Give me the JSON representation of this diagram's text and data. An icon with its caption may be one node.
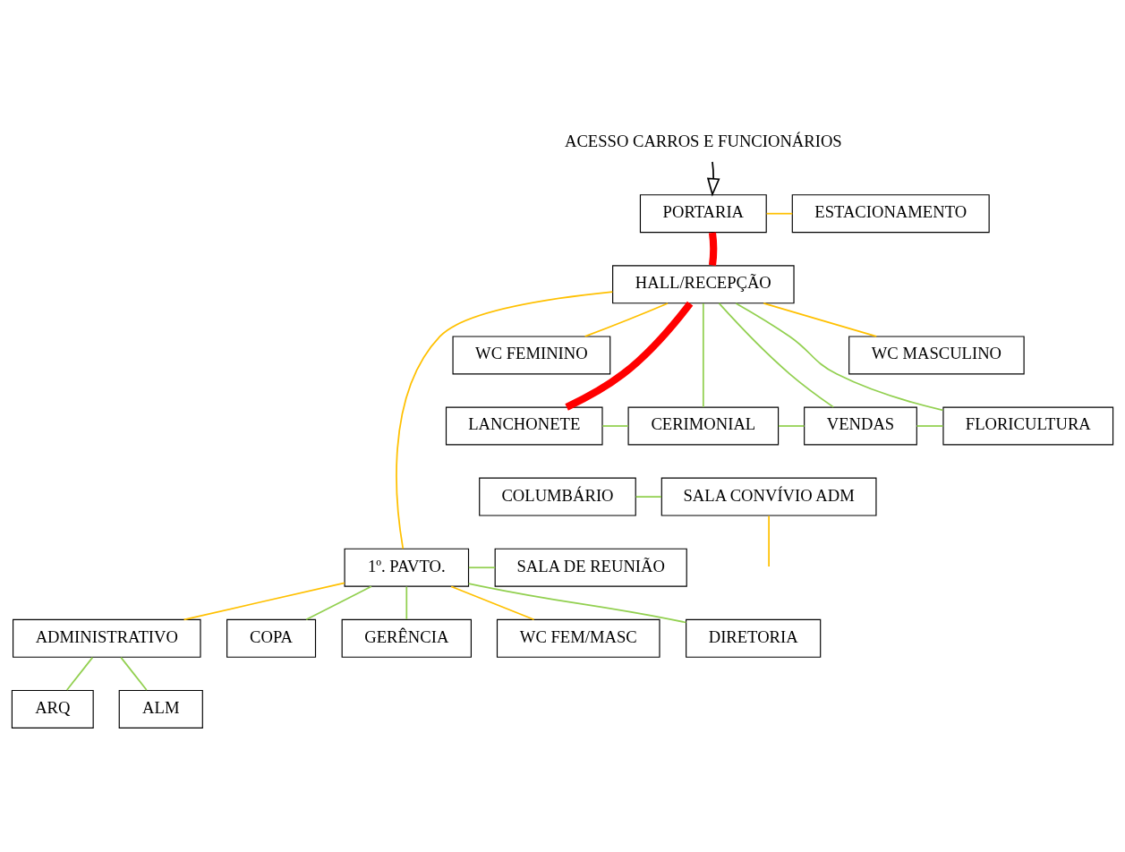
{
  "diagram": {
    "nodes": [
      {
        "text": [
          "ACESSO CARROS E FUNCIONÁRIOS"
        ]
      },
      {
        "text": [
          "PORTARIA"
        ]
      },
      {
        "text": [
          "ESTACIONAMENTO"
        ]
      },
      {
        "text": [
          "HALL/RECEPÇÃO"
        ]
      },
      {
        "text": [
          "WC FEMININO"
        ]
      },
      {
        "text": [
          "WC MASCULINO"
        ]
      },
      {
        "text": [
          "LANCHONETE"
        ]
      },
      {
        "text": [
          "CERIMONIAL"
        ]
      },
      {
        "text": [
          "VENDAS"
        ]
      },
      {
        "text": [
          "FLORICULTURA"
        ]
      },
      {
        "text": [
          "COLUMBÁRIO"
        ]
      },
      {
        "text": [
          "SALA CONVÍVIO ADM"
        ]
      },
      {
        "text": [
          "SALA DE REUNIÃO"
        ]
      },
      {
        "text": [
          "1º. PAVTO."
        ]
      },
      {
        "text": [
          "DIRETORIA"
        ]
      },
      {
        "text": [
          "COPA"
        ]
      },
      {
        "text": [
          "GERÊNCIA"
        ]
      },
      {
        "text": [
          "WC FEM/MASC"
        ]
      },
      {
        "text": [
          "ADMINISTRATIVO"
        ]
      },
      {
        "text": [
          "ALM"
        ]
      },
      {
        "text": [
          "ARQ"
        ]
      }
    ],
    "edges": [
      {
        "from": 0,
        "to": 1,
        "arrow": "to",
        "color": "#000000"
      },
      {
        "from": 1,
        "to": 3,
        "arrow": "none",
        "style": "thick",
        "color": "#ff0000"
      },
      {
        "from": 1,
        "to": 2,
        "arrow": "none",
        "color": "#ffc000"
      },
      {
        "from": 3,
        "to": 4,
        "arrow": "none",
        "color": "#ffc000"
      },
      {
        "from": 3,
        "to": 5,
        "arrow": "none",
        "color": "#ffc000"
      },
      {
        "from": 3,
        "to": 6,
        "arrow": "none",
        "style": "thick",
        "color": "#ff0000"
      },
      {
        "from": 3,
        "to": 7,
        "arrow": "none"
      },
      {
        "from": 3,
        "to": 8,
        "arrow": "none"
      },
      {
        "from": 3,
        "to": 9,
        "arrow": "none"
      },
      {
        "from": 6,
        "to": 7,
        "arrow": "none"
      },
      {
        "from": 7,
        "to": 8,
        "arrow": "none"
      },
      {
        "from": 8,
        "to": 9,
        "arrow": "none"
      },
      {
        "from": 3,
        "to": 13,
        "arrow": "none",
        "color": "#ffc000"
      },
      {
        "from": 10,
        "to": 11,
        "arrow": "none"
      },
      {
        "from": 11,
        "to": null,
        "arrow": "none",
        "color": "#ffc000"
      },
      {
        "from": 13,
        "to": 12,
        "arrow": "none"
      },
      {
        "from": 13,
        "to": 14,
        "arrow": "none"
      },
      {
        "from": 13,
        "to": 15,
        "arrow": "none"
      },
      {
        "from": 13,
        "to": 16,
        "arrow": "none"
      },
      {
        "from": 13,
        "to": 17,
        "arrow": "none",
        "color": "#ffc000"
      },
      {
        "from": 13,
        "to": 18,
        "arrow": "none",
        "color": "#ffc000"
      },
      {
        "from": 18,
        "to": 19,
        "arrow": "none"
      },
      {
        "from": 18,
        "to": 20,
        "arrow": "none"
      }
    ]
  }
}
